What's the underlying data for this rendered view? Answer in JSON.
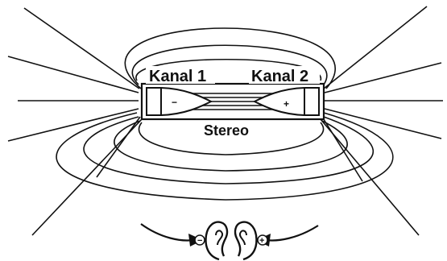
{
  "diagram": {
    "channel_left_label": "Kanal 1",
    "channel_right_label": "Kanal 2",
    "mode_label": "Stereo",
    "left_polarity": "−",
    "right_polarity": "+",
    "left_ear_polarity": "−",
    "right_ear_polarity": "+"
  }
}
